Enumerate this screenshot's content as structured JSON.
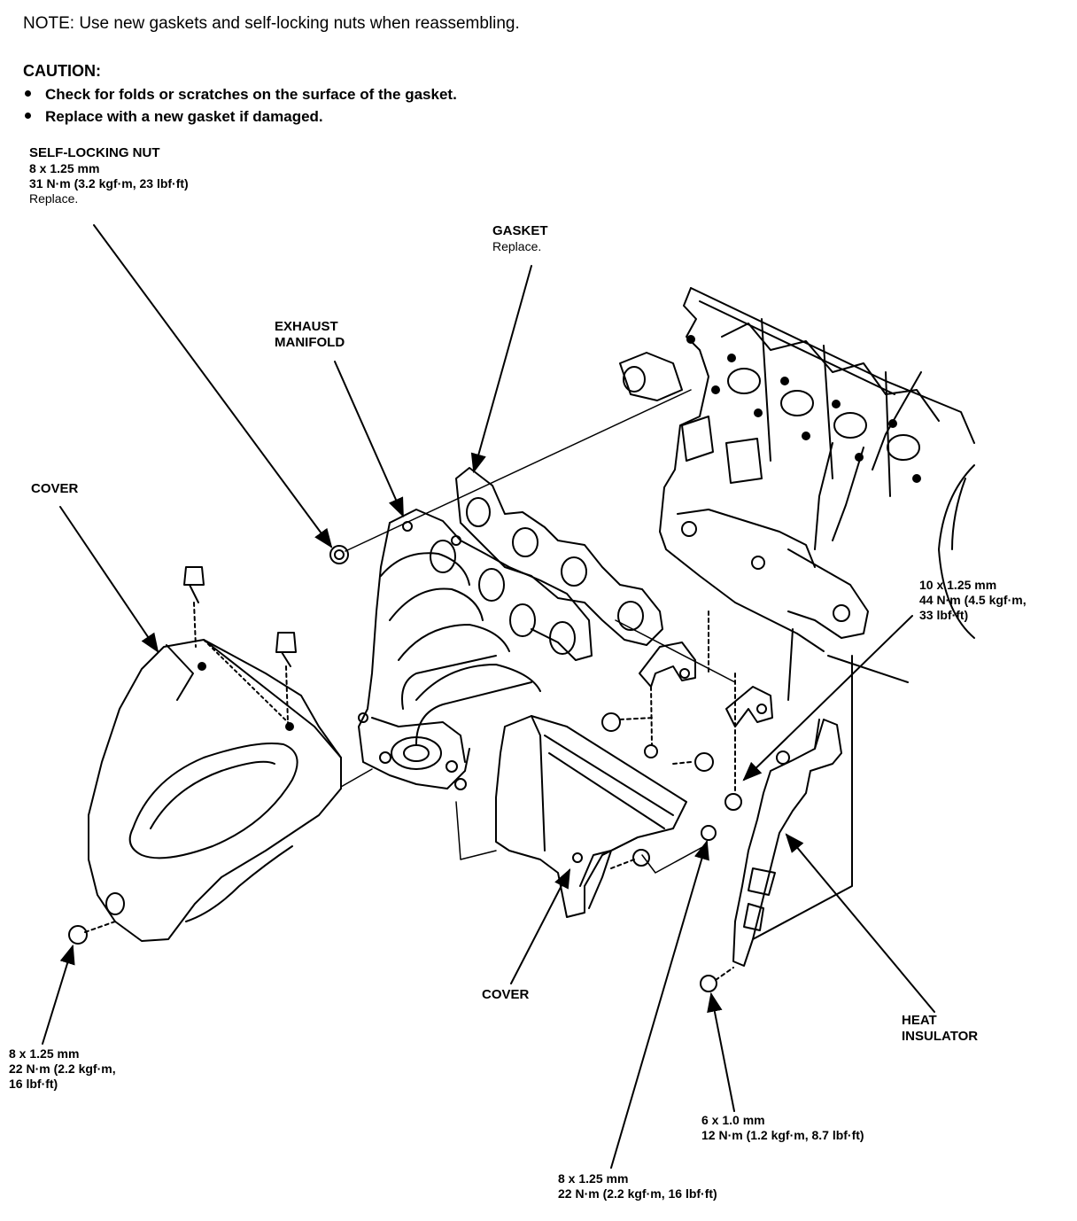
{
  "note": "NOTE:  Use new gaskets and self-locking nuts when reassembling.",
  "caution": {
    "title": "CAUTION:",
    "items": [
      "Check for folds or scratches on the surface of the gasket.",
      "Replace with a new gasket if damaged."
    ]
  },
  "callouts": {
    "self_locking_nut": {
      "name": "SELF-LOCKING NUT",
      "spec1": "8 x 1.25 mm",
      "spec2": "31 N·m (3.2 kgf·m, 23 lbf·ft)",
      "spec3": "Replace."
    },
    "gasket": {
      "name": "GASKET",
      "note": "Replace."
    },
    "exhaust_manifold": {
      "line1": "EXHAUST",
      "line2": "MANIFOLD"
    },
    "cover_left": {
      "name": "COVER"
    },
    "cover_center": {
      "name": "COVER"
    },
    "bolt_10": {
      "spec1": "10 x 1.25 mm",
      "spec2": "44 N·m (4.5 kgf·m,",
      "spec3": "33 lbf·ft)"
    },
    "bolt_8_left": {
      "spec1": "8 x 1.25 mm",
      "spec2": "22 N·m (2.2 kgf·m,",
      "spec3": "16 lbf·ft)"
    },
    "heat_insulator": {
      "line1": "HEAT",
      "line2": "INSULATOR"
    },
    "bolt_6": {
      "spec1": "6 x 1.0 mm",
      "spec2": "12 N·m (1.2 kgf·m, 8.7 lbf·ft)"
    },
    "bolt_8_center": {
      "spec1": "8 x 1.25 mm",
      "spec2": "22 N·m (2.2 kgf·m, 16 lbf·ft)"
    }
  },
  "colors": {
    "ink": "#000000",
    "paper": "#ffffff"
  }
}
